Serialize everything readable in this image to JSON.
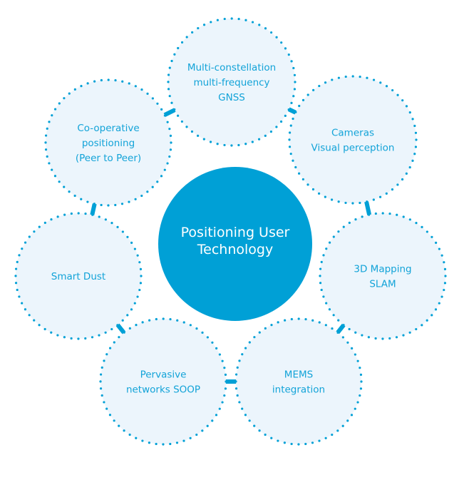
{
  "title": "Positioning User Technology diagram",
  "colors": {
    "accent": "#00a0d6",
    "node_fill": "#ecf5fc",
    "node_text": "#12a3d8",
    "center_text": "#ffffff"
  },
  "center": {
    "lines": [
      "Positioning User",
      "Technology"
    ]
  },
  "nodes": [
    {
      "id": "gnss",
      "lines": [
        "Multi-constellation",
        "multi-frequency",
        "GNSS"
      ]
    },
    {
      "id": "cameras",
      "lines": [
        "Cameras",
        "Visual perception"
      ]
    },
    {
      "id": "mapping",
      "lines": [
        "3D Mapping",
        "SLAM"
      ]
    },
    {
      "id": "mems",
      "lines": [
        "MEMS",
        "integration"
      ]
    },
    {
      "id": "pervasive",
      "lines": [
        "Pervasive",
        "networks SOOP"
      ]
    },
    {
      "id": "smart-dust",
      "lines": [
        "Smart Dust"
      ]
    },
    {
      "id": "cooperative",
      "lines": [
        "Co-operative",
        "positioning",
        "(Peer to Peer)"
      ]
    }
  ],
  "connections": [
    [
      "gnss",
      "cameras"
    ],
    [
      "cameras",
      "mapping"
    ],
    [
      "mapping",
      "mems"
    ],
    [
      "mems",
      "pervasive"
    ],
    [
      "pervasive",
      "smart-dust"
    ],
    [
      "smart-dust",
      "cooperative"
    ],
    [
      "cooperative",
      "gnss"
    ]
  ]
}
